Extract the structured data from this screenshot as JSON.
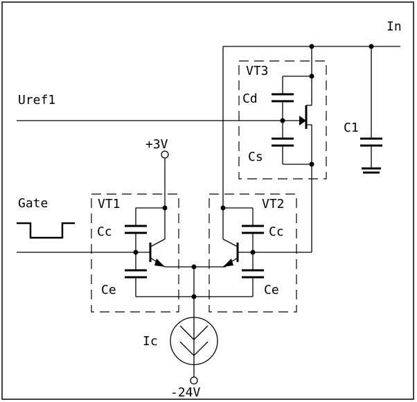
{
  "labels": {
    "in": "In",
    "uref": "Uref1",
    "gate": "Gate",
    "vt1": "VT1",
    "vt2": "VT2",
    "vt3": "VT3",
    "cc_left": "Cc",
    "cc_right": "Cc",
    "ce_left": "Ce",
    "ce_right": "Ce",
    "cd": "Cd",
    "cs": "Cs",
    "c1": "C1",
    "ic": "Ic",
    "plus3v": "+3V",
    "minus24v": "-24V"
  }
}
